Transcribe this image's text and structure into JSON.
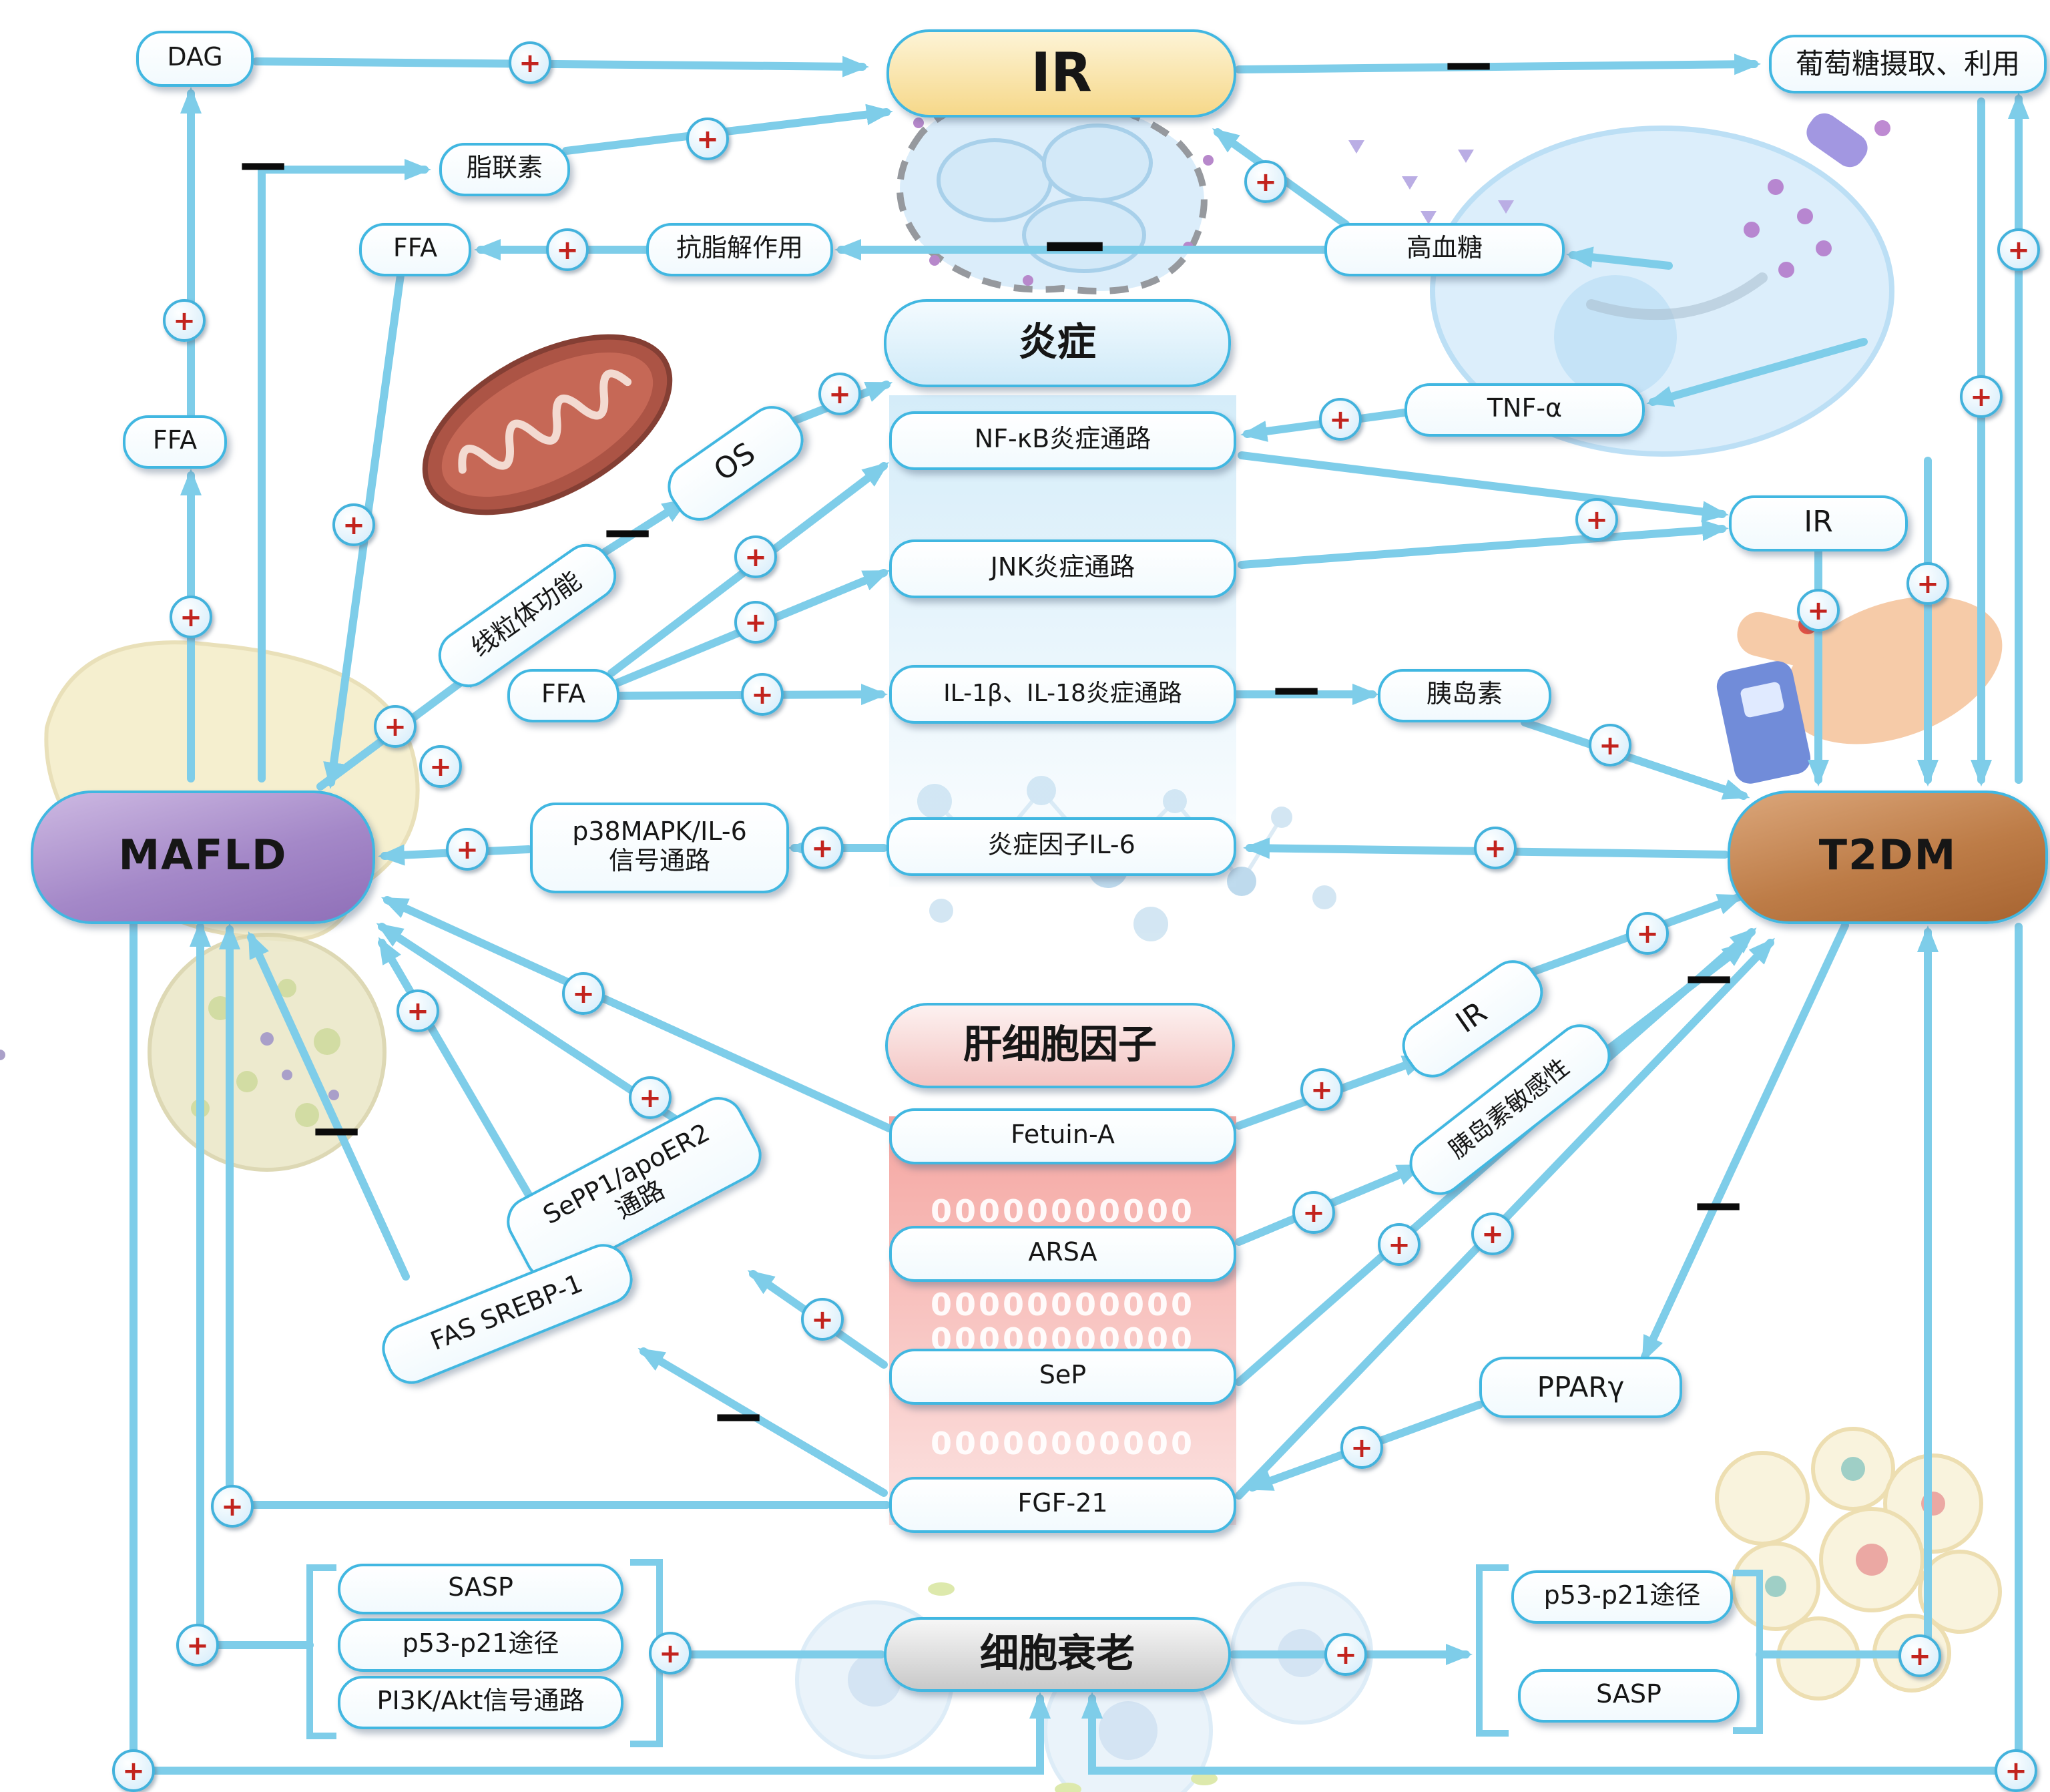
{
  "symbols": {
    "plus": "+",
    "minus": "−"
  },
  "colors": {
    "arrow": "#7ecde9",
    "node_border": "#41b7e1",
    "plus_red": "#c2231d",
    "mafld_purple": "#a488c8",
    "t2dm_brown": "#bd7c47",
    "ir_yellow": "#f6d88a",
    "inflammation_blue": "#cfeaf8",
    "hepatokine_pink": "#f3c4c2",
    "senescence_gray": "#c9c9c9"
  },
  "decor": {
    "zeros_row": "00000000000"
  },
  "nodes": {
    "dag": {
      "label": "DAG"
    },
    "ir_top": {
      "label": "IR"
    },
    "glucose_uptake": {
      "label": "葡萄糖摄取、利用"
    },
    "adiponectin": {
      "label": "脂联素"
    },
    "ffa_top": {
      "label": "FFA"
    },
    "antilipolysis": {
      "label": "抗脂解作用"
    },
    "hyperglycemia": {
      "label": "高血糖"
    },
    "inflammation": {
      "label": "炎症"
    },
    "ffa_left": {
      "label": "FFA"
    },
    "tnf_alpha": {
      "label": "TNF-α"
    },
    "nfkb": {
      "label": "NF-κB炎症通路"
    },
    "os": {
      "label": "OS"
    },
    "jnk": {
      "label": "JNK炎症通路"
    },
    "ir_right": {
      "label": "IR"
    },
    "mito": {
      "label": "线粒体功能"
    },
    "ffa_mid": {
      "label": "FFA"
    },
    "il1b": {
      "label": "IL-1β、IL-18炎症通路"
    },
    "insulin": {
      "label": "胰岛素"
    },
    "mafld": {
      "label": "MAFLD"
    },
    "p38mapk": {
      "label": "p38MAPK/IL-6\n信号通路"
    },
    "il6": {
      "label": "炎症因子IL-6"
    },
    "t2dm": {
      "label": "T2DM"
    },
    "hepatokines": {
      "label": "肝细胞因子"
    },
    "ir_mid": {
      "label": "IR"
    },
    "fetuin_a": {
      "label": "Fetuin-A"
    },
    "insulin_sensitivity": {
      "label": "胰岛素敏感性"
    },
    "sepp1": {
      "label": "SePP1/apoER2\n通路"
    },
    "arsa": {
      "label": "ARSA"
    },
    "fas_srebp1": {
      "label": "FAS SREBP-1"
    },
    "sep": {
      "label": "SeP"
    },
    "ppar_gamma": {
      "label": "PPARγ"
    },
    "fgf21": {
      "label": "FGF-21"
    },
    "sasp_left": {
      "label": "SASP"
    },
    "p53_left": {
      "label": "p53-p21途径"
    },
    "pi3k_akt": {
      "label": "PI3K/Akt信号通路"
    },
    "senescence": {
      "label": "细胞衰老"
    },
    "p53_right": {
      "label": "p53-p21途径"
    },
    "sasp_right": {
      "label": "SASP"
    }
  }
}
